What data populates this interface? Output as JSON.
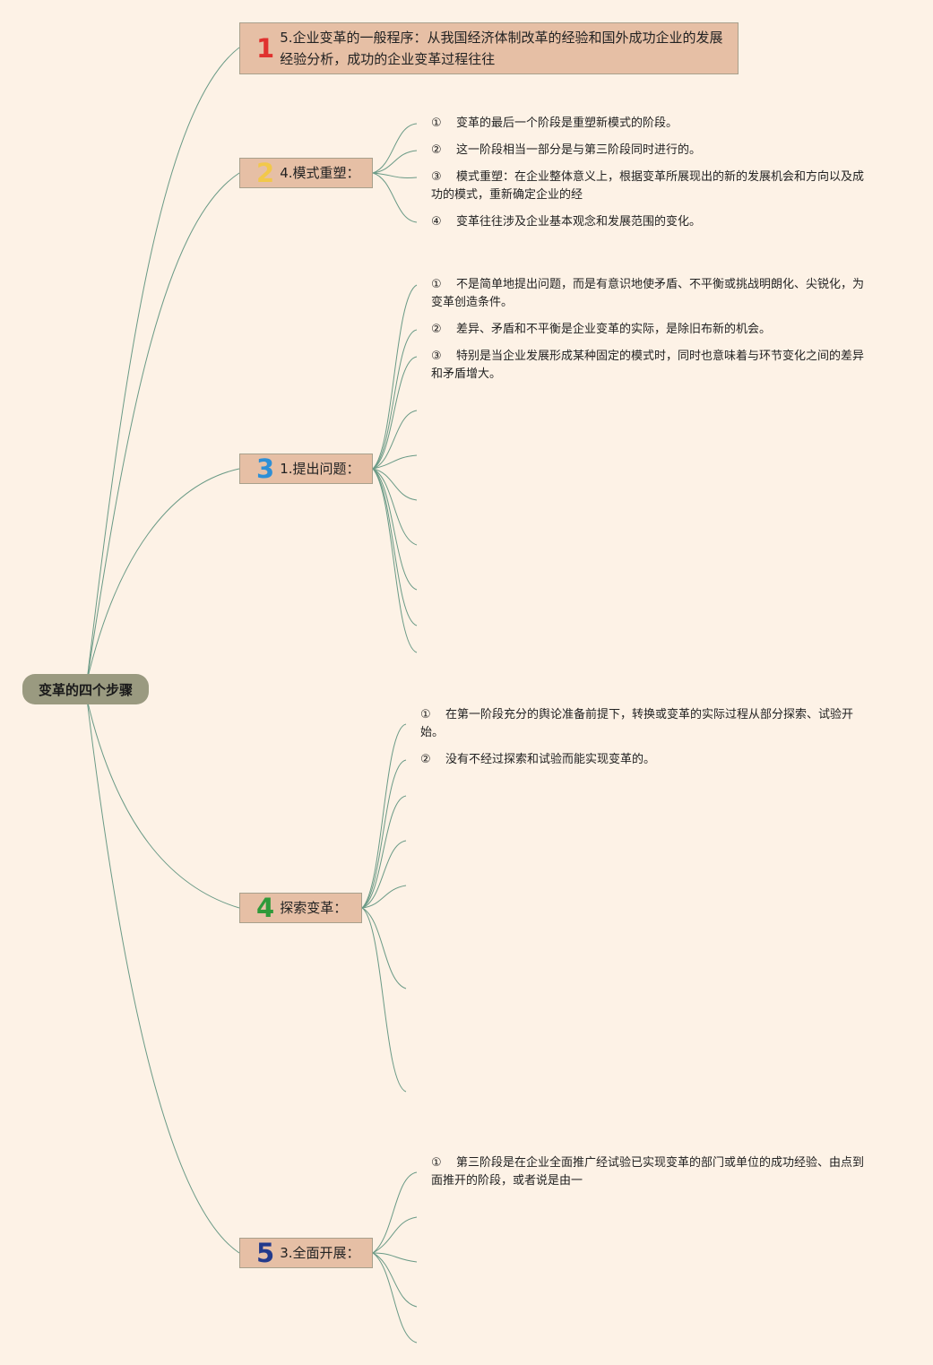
{
  "root": {
    "label": "变革的四个步骤"
  },
  "branches": [
    {
      "badge": "1",
      "badge_color": "#e0312e",
      "label": "5.企业变革的一般程序：从我国经济体制改革的经验和国外成功企业的发展经验分析，成功的企业变革过程往往",
      "items": []
    },
    {
      "badge": "2",
      "badge_color": "#f2c84a",
      "label": "4.模式重塑：",
      "items": [
        {
          "num": "①",
          "text": "变革的最后一个阶段是重塑新模式的阶段。"
        },
        {
          "num": "②",
          "text": "这一阶段相当一部分是与第三阶段同时进行的。"
        },
        {
          "num": "③",
          "text": "模式重塑：在企业整体意义上，根据变革所展现出的新的发展机会和方向以及成功的模式，重新确定企业的经"
        },
        {
          "num": "④",
          "text": "变革往往涉及企业基本观念和发展范围的变化。"
        }
      ]
    },
    {
      "badge": "3",
      "badge_color": "#2e8fd6",
      "label": "1.提出问题：",
      "items": [
        {
          "num": "①",
          "text": "不是简单地提出问题，而是有意识地使矛盾、不平衡或挑战明朗化、尖锐化，为变革创造条件。"
        },
        {
          "num": "②",
          "text": "差异、矛盾和不平衡是企业变革的实际，是除旧布新的机会。"
        },
        {
          "num": "③",
          "text": "特别是当企业发展形成某种固定的模式时，同时也意味着与环节变化之间的差异和矛盾增大。"
        }
      ]
    },
    {
      "badge": "4",
      "badge_color": "#2f9a3a",
      "label": "探索变革：",
      "items": [
        {
          "num": "①",
          "text": "在第一阶段充分的舆论准备前提下，转换或变革的实际过程从部分探索、试验开始。"
        },
        {
          "num": "②",
          "text": "没有不经过探索和试验而能实现变革的。"
        }
      ]
    },
    {
      "badge": "5",
      "badge_color": "#233a8c",
      "label": "3.全面开展：",
      "items": [
        {
          "num": "①",
          "text": "第三阶段是在企业全面推广经试验已实现变革的部门或单位的成功经验、由点到面推开的阶段，或者说是由一"
        }
      ]
    }
  ]
}
